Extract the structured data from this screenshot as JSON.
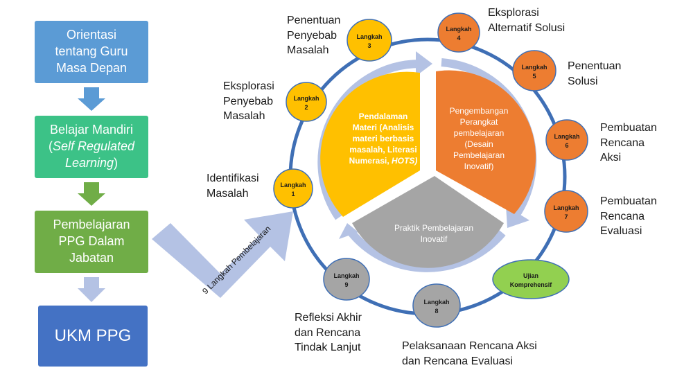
{
  "left_flow": {
    "box1": [
      "Orientasi",
      "tentang Guru",
      "Masa Depan"
    ],
    "box2": {
      "line1": "Belajar Mandiri",
      "line2_open": "(",
      "line2_italic": "Self Regulated",
      "line3_italic": "Learning",
      "line3_close": ")"
    },
    "box3": [
      "Pembelajaran",
      "PPG Dalam",
      "Jabatan"
    ],
    "box4": "UKM PPG"
  },
  "big_arrow_label": "9 Langkah Pembelajaran",
  "wheel": {
    "yellow": [
      "Pendalaman",
      "Materi (Analisis",
      "materi berbasis",
      "masalah, Literasi"
    ],
    "yellow_last_plain": "Numerasi, ",
    "yellow_last_italic": "HOTS)",
    "orange": [
      "Pengembangan",
      "Perangkat",
      "pembelajaran",
      "(Desain",
      "Pembelajaran",
      "Inovatif)"
    ],
    "gray": [
      "Praktik Pembelajaran",
      "Inovatif"
    ]
  },
  "steps": [
    {
      "word": "Langkah",
      "num": "1"
    },
    {
      "word": "Langkah",
      "num": "2"
    },
    {
      "word": "Langkah",
      "num": "3"
    },
    {
      "word": "Langkah",
      "num": "4"
    },
    {
      "word": "Langkah",
      "num": "5"
    },
    {
      "word": "Langkah",
      "num": "6"
    },
    {
      "word": "Langkah",
      "num": "7"
    },
    {
      "word": "Langkah",
      "num": "8"
    },
    {
      "word": "Langkah",
      "num": "9"
    }
  ],
  "exam": [
    "Ujian",
    "Komprehensif"
  ],
  "step_labels": {
    "s1": [
      "Identifikasi",
      "Masalah"
    ],
    "s2": [
      "Eksplorasi",
      "Penyebab",
      "Masalah"
    ],
    "s3": [
      "Penentuan",
      "Penyebab",
      "Masalah"
    ],
    "s4": [
      "Eksplorasi",
      "Alternatif Solusi"
    ],
    "s5": [
      "Penentuan",
      "Solusi"
    ],
    "s6": [
      "Pembuatan",
      "Rencana",
      "Aksi"
    ],
    "s7": [
      "Pembuatan",
      "Rencana",
      "Evaluasi"
    ],
    "s8": [
      "Pelaksanaan Rencana Aksi",
      "dan Rencana Evaluasi"
    ],
    "s9": [
      "Refleksi Akhir",
      "dan Rencana",
      "Tindak Lanjut"
    ]
  },
  "colors": {
    "blue_light": "#5b9bd5",
    "green_teal": "#3cc287",
    "green": "#70ad47",
    "blue_dark": "#4472c4",
    "yellow": "#ffc000",
    "orange": "#ed7d31",
    "gray": "#a5a5a5",
    "ring": "#3f6fb5",
    "arrow_light": "#b4c2e4",
    "exam_green": "#92d050"
  }
}
